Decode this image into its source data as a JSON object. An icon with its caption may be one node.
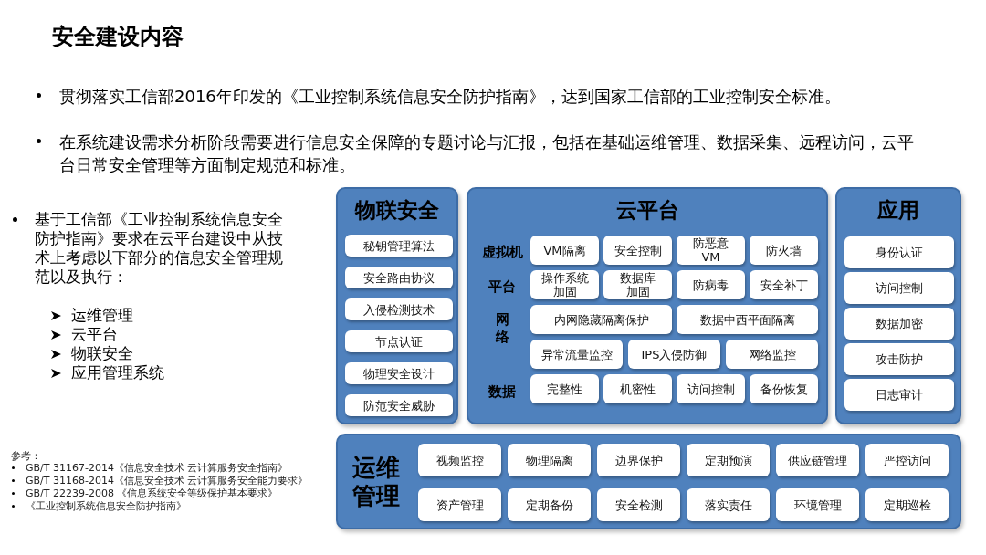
{
  "diagram": {
    "title": "安全建设内容",
    "nodes": [
      {
        "text": [
          "物联安全"
        ]
      },
      {
        "text": [
          "秘钥管理算法"
        ],
        "in": 0
      },
      {
        "text": [
          "安全路由协议"
        ],
        "in": 0
      },
      {
        "text": [
          "入侵检测技术"
        ],
        "in": 0
      },
      {
        "text": [
          "节点认证"
        ],
        "in": 0
      },
      {
        "text": [
          "物理安全设计"
        ],
        "in": 0
      },
      {
        "text": [
          "防范安全威胁"
        ],
        "in": 0
      },
      {
        "text": [
          "云平台"
        ]
      },
      {
        "text": [
          "VM隔离"
        ],
        "in": 7
      },
      {
        "text": [
          "安全控制"
        ],
        "in": 7
      },
      {
        "text": [
          "防恶意VM"
        ],
        "in": 7
      },
      {
        "text": [
          "防火墙"
        ],
        "in": 7
      },
      {
        "text": [
          "操作系统加固"
        ],
        "in": 7
      },
      {
        "text": [
          "数据库加固"
        ],
        "in": 7
      },
      {
        "text": [
          "防病毒"
        ],
        "in": 7
      },
      {
        "text": [
          "安全补丁"
        ],
        "in": 7
      },
      {
        "text": [
          "内网隐藏隔离保护"
        ],
        "in": 7
      },
      {
        "text": [
          "数据中西平面隔离"
        ],
        "in": 7
      },
      {
        "text": [
          "异常流量监控"
        ],
        "in": 7
      },
      {
        "text": [
          "IPS入侵防御"
        ],
        "in": 7
      },
      {
        "text": [
          "网络监控"
        ],
        "in": 7
      },
      {
        "text": [
          "完整性"
        ],
        "in": 7
      },
      {
        "text": [
          "机密性"
        ],
        "in": 7
      },
      {
        "text": [
          "访问控制"
        ],
        "in": 7
      },
      {
        "text": [
          "备份恢复"
        ],
        "in": 7
      },
      {
        "text": [
          "应用"
        ]
      },
      {
        "text": [
          "身份认证"
        ],
        "in": 25
      },
      {
        "text": [
          "访问控制"
        ],
        "in": 25
      },
      {
        "text": [
          "数据加密"
        ],
        "in": 25
      },
      {
        "text": [
          "攻击防护"
        ],
        "in": 25
      },
      {
        "text": [
          "日志审计"
        ],
        "in": 25
      },
      {
        "text": [
          "运维管理"
        ]
      },
      {
        "text": [
          "视频监控"
        ],
        "in": 31
      },
      {
        "text": [
          "物理隔离"
        ],
        "in": 31
      },
      {
        "text": [
          "边界保护"
        ],
        "in": 31
      },
      {
        "text": [
          "定期预演"
        ],
        "in": 31
      },
      {
        "text": [
          "供应链管理"
        ],
        "in": 31
      },
      {
        "text": [
          "严控访问"
        ],
        "in": 31
      },
      {
        "text": [
          "资产管理"
        ],
        "in": 31
      },
      {
        "text": [
          "定期备份"
        ],
        "in": 31
      },
      {
        "text": [
          "安全检测"
        ],
        "in": 31
      },
      {
        "text": [
          "落实责任"
        ],
        "in": 31
      },
      {
        "text": [
          "环境管理"
        ],
        "in": 31
      },
      {
        "text": [
          "定期巡检"
        ],
        "in": 31
      }
    ],
    "labels": [
      "贯彻落实工信部2016年印发的《工业控制系统信息安全防护指南》，达到国家工信部的工业控制安全标准。",
      "在系统建设需求分析阶段需要进行信息安全保障的专题讨论与汇报，包括在基础运维管理、数据采集、远程访问，云平台日常安全管理等方面制定规范和标准。",
      "基于工信部《工业控制系统信息安全防护指南》要求在云平台建设中从技术上考虑以下部分的信息安全管理规范以及执行：",
      "运维管理",
      "云平台",
      "物联安全",
      "应用管理系统",
      "虚拟机",
      "平台",
      "网络",
      "数据",
      "参考：",
      "GB/T 31167-2014《信息安全技术 云计算服务安全指南》",
      "GB/T 31168-2014《信息安全技术 云计算服务安全能力要求》",
      "GB/T 22239-2008 《信息系统安全等级保护基本要求》",
      "《工业控制系统信息安全防护指南》"
    ]
  }
}
